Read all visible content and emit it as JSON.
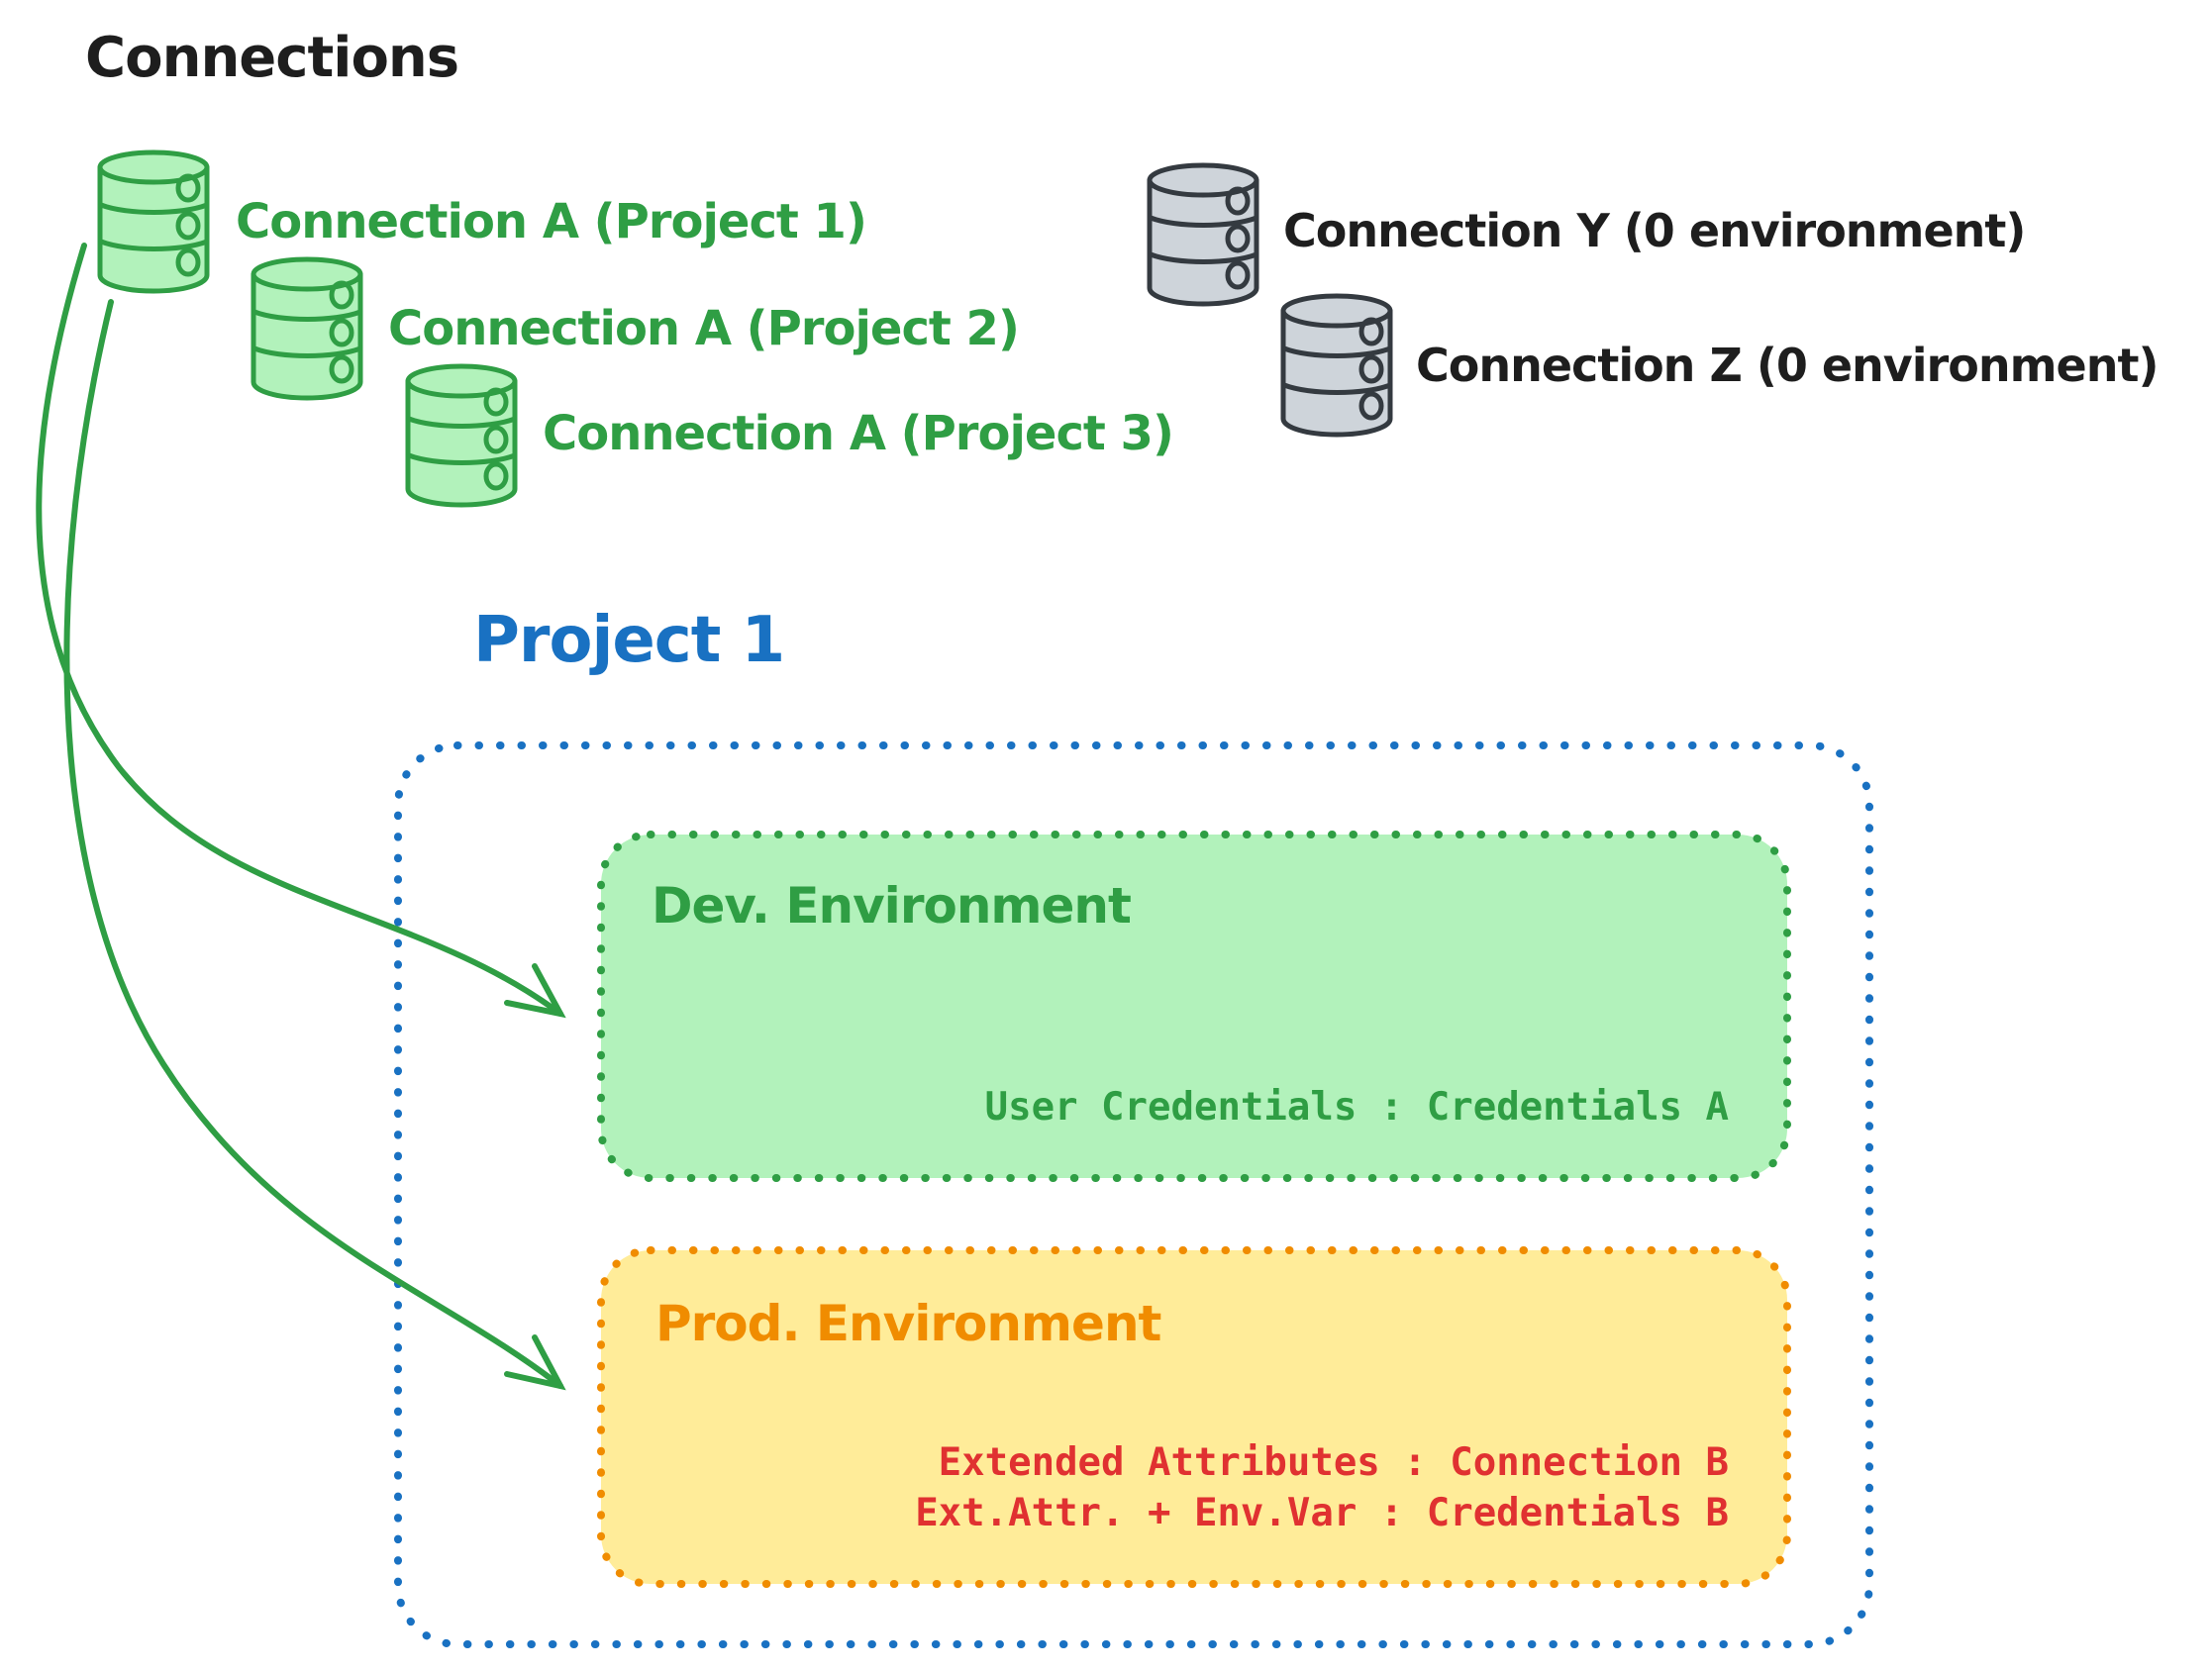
{
  "title": "Connections",
  "connections": {
    "project_a": [
      {
        "label": "Connection A (Project 1)"
      },
      {
        "label": "Connection A (Project 2)"
      },
      {
        "label": "Connection A (Project 3)"
      }
    ],
    "unassigned": [
      {
        "label": "Connection Y (0 environment)"
      },
      {
        "label": "Connection Z (0 environment)"
      }
    ]
  },
  "project": {
    "title": "Project 1",
    "dev_environment": {
      "title": "Dev. Environment",
      "mapping": "User Credentials : Credentials A"
    },
    "prod_environment": {
      "title": "Prod. Environment",
      "mappings": [
        "Extended Attributes : Connection B",
        "Ext.Attr. + Env.Var : Credentials B"
      ]
    }
  },
  "colors": {
    "green_stroke": "#2f9e44",
    "green_fill": "#b2f2bb",
    "gray_stroke": "#343a40",
    "gray_fill": "#ced4da",
    "blue": "#1971c2",
    "orange_stroke": "#f08c00",
    "yellow_fill": "#ffec99",
    "red_text": "#e03131",
    "black_text": "#1e1e1e"
  }
}
